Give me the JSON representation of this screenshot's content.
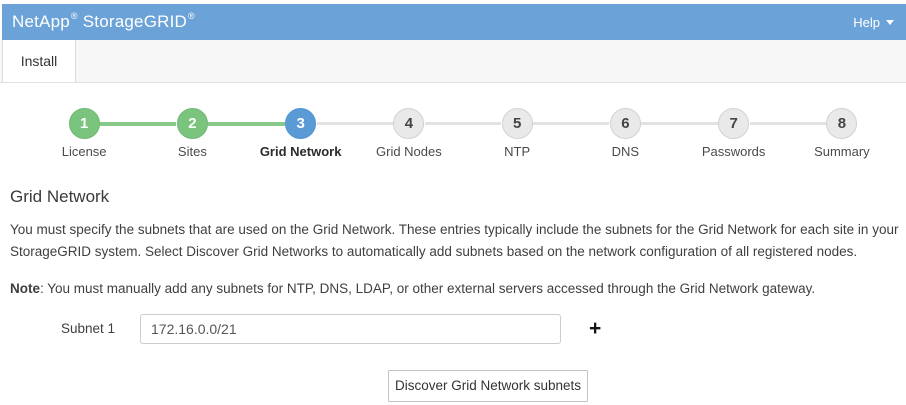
{
  "colors": {
    "header_blue": "#6ba3d8",
    "step_done": "#7bc47d",
    "step_active": "#5b9bd5",
    "line_green": "#86c988",
    "line_gray": "#e2e2e2"
  },
  "header": {
    "brand": "NetApp",
    "product": "StorageGRID",
    "reg": "®",
    "help_label": "Help"
  },
  "tabs": {
    "install": "Install"
  },
  "stepper": {
    "steps": [
      {
        "num": "1",
        "label": "License",
        "state": "done"
      },
      {
        "num": "2",
        "label": "Sites",
        "state": "done"
      },
      {
        "num": "3",
        "label": "Grid Network",
        "state": "active"
      },
      {
        "num": "4",
        "label": "Grid Nodes",
        "state": "pending"
      },
      {
        "num": "5",
        "label": "NTP",
        "state": "pending"
      },
      {
        "num": "6",
        "label": "DNS",
        "state": "pending"
      },
      {
        "num": "7",
        "label": "Passwords",
        "state": "pending"
      },
      {
        "num": "8",
        "label": "Summary",
        "state": "pending"
      }
    ]
  },
  "main": {
    "title": "Grid Network",
    "description": "You must specify the subnets that are used on the Grid Network. These entries typically include the subnets for the Grid Network for each site in your StorageGRID system. Select Discover Grid Networks to automatically add subnets based on the network configuration of all registered nodes.",
    "note_label": "Note",
    "note_text": ": You must manually add any subnets for NTP, DNS, LDAP, or other external servers accessed through the Grid Network gateway.",
    "subnet": {
      "label": "Subnet 1",
      "value": "172.16.0.0/21"
    },
    "add_icon": "+",
    "discover_button": "Discover Grid Network subnets"
  }
}
